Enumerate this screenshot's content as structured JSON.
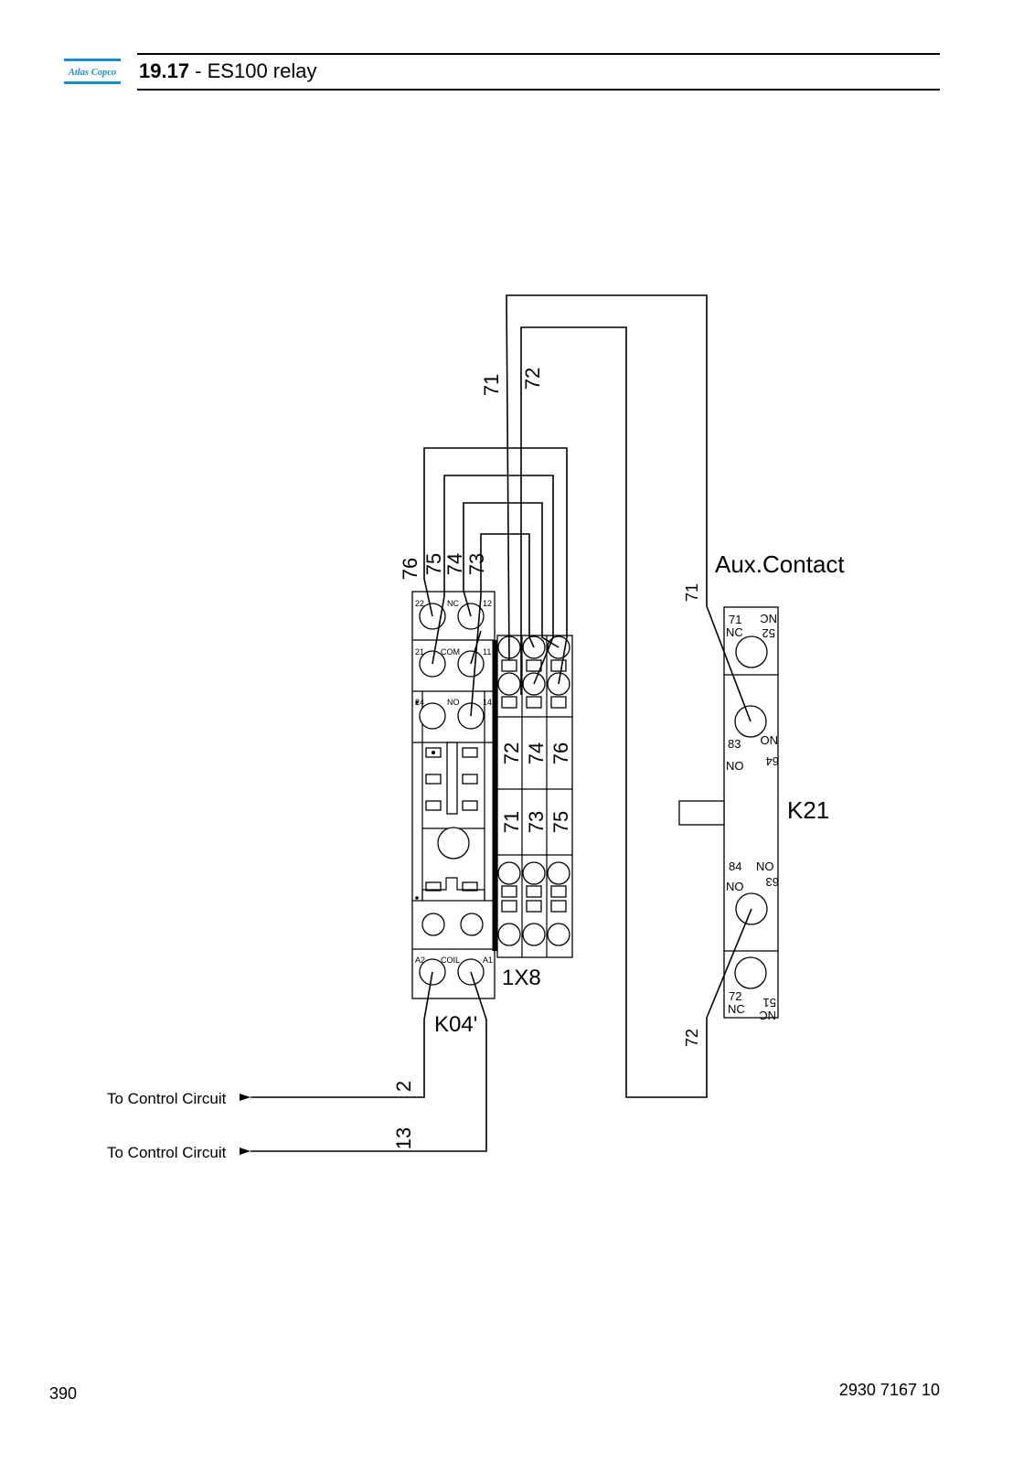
{
  "header": {
    "logo_text": "Atlas Copco",
    "section_number": "19.17",
    "section_sep": " - ",
    "section_title": "ES100 relay"
  },
  "diagram": {
    "wire_labels": {
      "top_71": "71",
      "top_72": "72",
      "relay_76": "76",
      "relay_75": "75",
      "relay_74": "74",
      "relay_73": "73",
      "aux_71": "71",
      "aux_72": "72",
      "out_2": "2",
      "out_13": "13"
    },
    "relay": {
      "name": "K04'",
      "terminal_row1": [
        "22",
        "NC",
        "12"
      ],
      "terminal_row2": [
        "21",
        "COM",
        "11"
      ],
      "terminal_row3": [
        "24",
        "NO",
        "14"
      ],
      "coil_row": [
        "A2",
        "COIL",
        "A1"
      ]
    },
    "terminal_block": {
      "name": "1X8",
      "upper_labels": [
        "72",
        "74",
        "76"
      ],
      "lower_labels": [
        "71",
        "73",
        "75"
      ]
    },
    "aux_contact": {
      "title": "Aux.Contact",
      "device_name": "K21",
      "top_labels": [
        "71",
        "NC",
        "52",
        "NC"
      ],
      "mid_labels": [
        "83",
        "NO",
        "64",
        "NO"
      ],
      "low_labels": [
        "84",
        "NO",
        "63",
        "NO"
      ],
      "bottom_labels": [
        "72",
        "NC",
        "51",
        "NC"
      ]
    },
    "outputs": [
      "To Control Circuit",
      "To Control Circuit"
    ]
  },
  "footer": {
    "page_number": "390",
    "doc_number": "2930 7167 10"
  },
  "colors": {
    "brand": "#1a8fc7",
    "line": "#000000"
  }
}
